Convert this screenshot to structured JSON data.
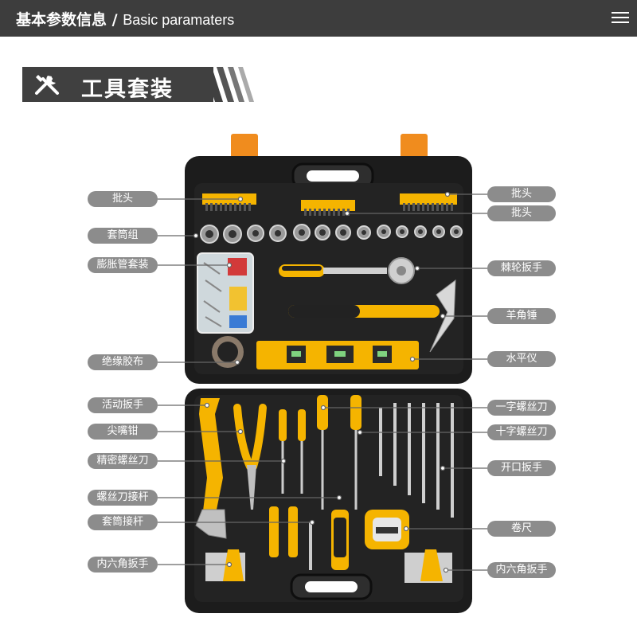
{
  "header": {
    "title_cn": "基本参数信息",
    "separator": " / ",
    "title_en": "Basic paramaters",
    "menu_icon": "hamburger-menu-icon"
  },
  "section": {
    "title": "工具套装",
    "icon": "crossed-tools-icon"
  },
  "colors": {
    "header_bg": "#3d3d3d",
    "banner_bg": "#404040",
    "case_black": "#1c1c1c",
    "accent_yellow": "#f5b400",
    "latch_orange": "#f08c1e",
    "callout_grey": "#8c8c8c"
  },
  "labels_left": [
    {
      "text": "批头"
    },
    {
      "text": "套筒组"
    },
    {
      "text": "膨胀管套装"
    },
    {
      "text": "绝缘胶布"
    },
    {
      "text": "活动扳手"
    },
    {
      "text": "尖嘴钳"
    },
    {
      "text": "精密螺丝刀"
    },
    {
      "text": "螺丝刀接杆"
    },
    {
      "text": "套筒接杆"
    },
    {
      "text": "内六角扳手"
    }
  ],
  "labels_right": [
    {
      "text": "批头"
    },
    {
      "text": "批头"
    },
    {
      "text": "棘轮扳手"
    },
    {
      "text": "羊角锤"
    },
    {
      "text": "水平仪"
    },
    {
      "text": "一字螺丝刀"
    },
    {
      "text": "十字螺丝刀"
    },
    {
      "text": "开口扳手"
    },
    {
      "text": "卷尺"
    },
    {
      "text": "内六角扳手"
    }
  ]
}
